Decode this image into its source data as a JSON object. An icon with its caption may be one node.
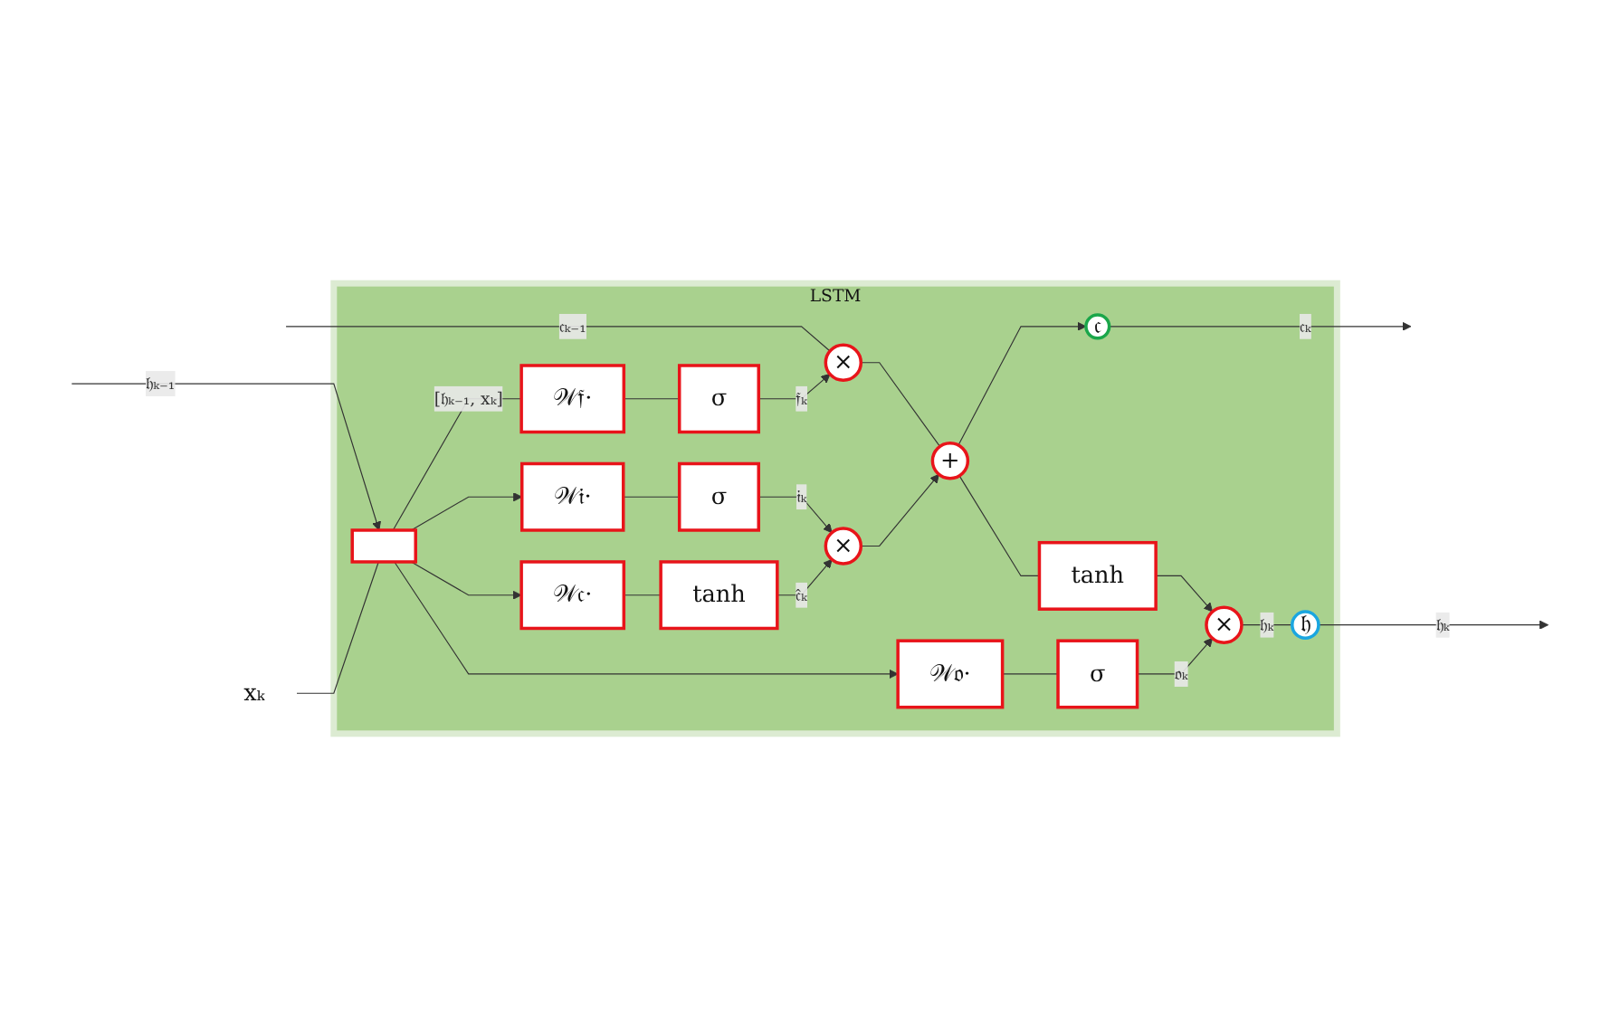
{
  "diagram": {
    "nodes": [
      {
        "text": [
          "LSTM"
        ]
      },
      {
        "text": [
          "×"
        ],
        "in": 0
      },
      {
        "text": [
          "+"
        ],
        "in": 0
      },
      {
        "text": [
          "𝔠"
        ],
        "in": 0
      },
      {
        "text": [
          "tanh"
        ],
        "in": 0
      },
      {
        "text": [
          "×"
        ],
        "in": 0
      },
      {
        "text": [
          "×"
        ],
        "in": 0
      },
      {
        "text": [
          "σ"
        ],
        "in": 0
      },
      {
        "text": [
          "σ"
        ],
        "in": 0
      },
      {
        "text": [
          "tanh"
        ],
        "in": 0
      },
      {
        "text": [
          "σ"
        ],
        "in": 0
      },
      {
        "text": [
          "𝒲𝔣·"
        ],
        "in": 0
      },
      {
        "text": [
          "𝒲𝔦·"
        ],
        "in": 0
      },
      {
        "text": [
          "𝒲𝔠·"
        ],
        "in": 0
      },
      {
        "text": [
          "𝒲𝔬·"
        ],
        "in": 0
      },
      {
        "text": [],
        "shape": "box",
        "in": 0
      },
      {
        "text": [
          "𝔥"
        ],
        "in": 0
      },
      {
        "text": [
          "xₖ"
        ]
      }
    ],
    "edges": [
      {
        "from": null,
        "to": 1,
        "arrow": "none",
        "label": "𝔠ₖ₋₁"
      },
      {
        "from": 1,
        "to": 2,
        "arrow": "none"
      },
      {
        "from": 2,
        "to": 3,
        "arrow": "to"
      },
      {
        "from": 3,
        "to": null,
        "arrow": "to",
        "label": "𝔠ₖ"
      },
      {
        "from": 2,
        "to": 4,
        "arrow": "none"
      },
      {
        "from": 4,
        "to": 5,
        "arrow": "to"
      },
      {
        "from": 7,
        "to": 1,
        "arrow": "to",
        "label": "𝔣ₖ"
      },
      {
        "from": 8,
        "to": 6,
        "arrow": "to",
        "label": "𝔦ₖ"
      },
      {
        "from": 9,
        "to": 6,
        "arrow": "to",
        "label": "𝔠̂ₖ"
      },
      {
        "from": 6,
        "to": 2,
        "arrow": "to"
      },
      {
        "from": 10,
        "to": 5,
        "arrow": "to",
        "label": "𝔬ₖ"
      },
      {
        "from": 11,
        "to": 7,
        "arrow": "none"
      },
      {
        "from": 12,
        "to": 8,
        "arrow": "none"
      },
      {
        "from": 13,
        "to": 9,
        "arrow": "none"
      },
      {
        "from": 14,
        "to": 10,
        "arrow": "none"
      },
      {
        "from": 15,
        "to": 11,
        "arrow": "none",
        "label": "[𝔥ₖ₋₁, xₖ]"
      },
      {
        "from": 15,
        "to": 12,
        "arrow": "to"
      },
      {
        "from": 15,
        "to": 13,
        "arrow": "to"
      },
      {
        "from": 15,
        "to": 14,
        "arrow": "to"
      },
      {
        "from": null,
        "to": 15,
        "arrow": "to",
        "label": "𝔥ₖ₋₁"
      },
      {
        "from": 17,
        "to": 15,
        "arrow": "none"
      },
      {
        "from": 5,
        "to": 16,
        "arrow": "none",
        "label": "𝔥ₖ"
      },
      {
        "from": 16,
        "to": null,
        "arrow": "to",
        "label": "𝔥ₖ"
      }
    ]
  }
}
